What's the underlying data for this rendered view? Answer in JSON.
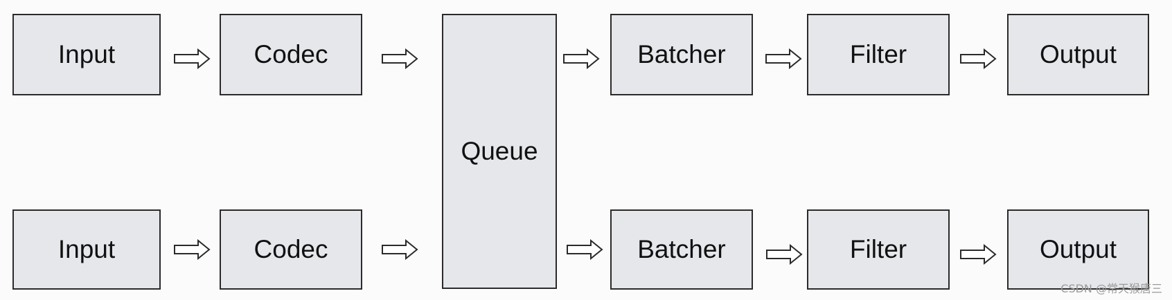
{
  "pipelines": [
    {
      "input": "Input",
      "codec": "Codec",
      "batcher": "Batcher",
      "filter": "Filter",
      "output": "Output"
    },
    {
      "input": "Input",
      "codec": "Codec",
      "batcher": "Batcher",
      "filter": "Filter",
      "output": "Output"
    }
  ],
  "queue": "Queue",
  "watermark": "CSDN @常天猴唐三",
  "colors": {
    "box_fill": "#e5e7ea",
    "box_border": "#2a2a2a",
    "background": "#fbfbfb"
  },
  "icons": {
    "arrow": "hollow-right-arrow-icon"
  }
}
